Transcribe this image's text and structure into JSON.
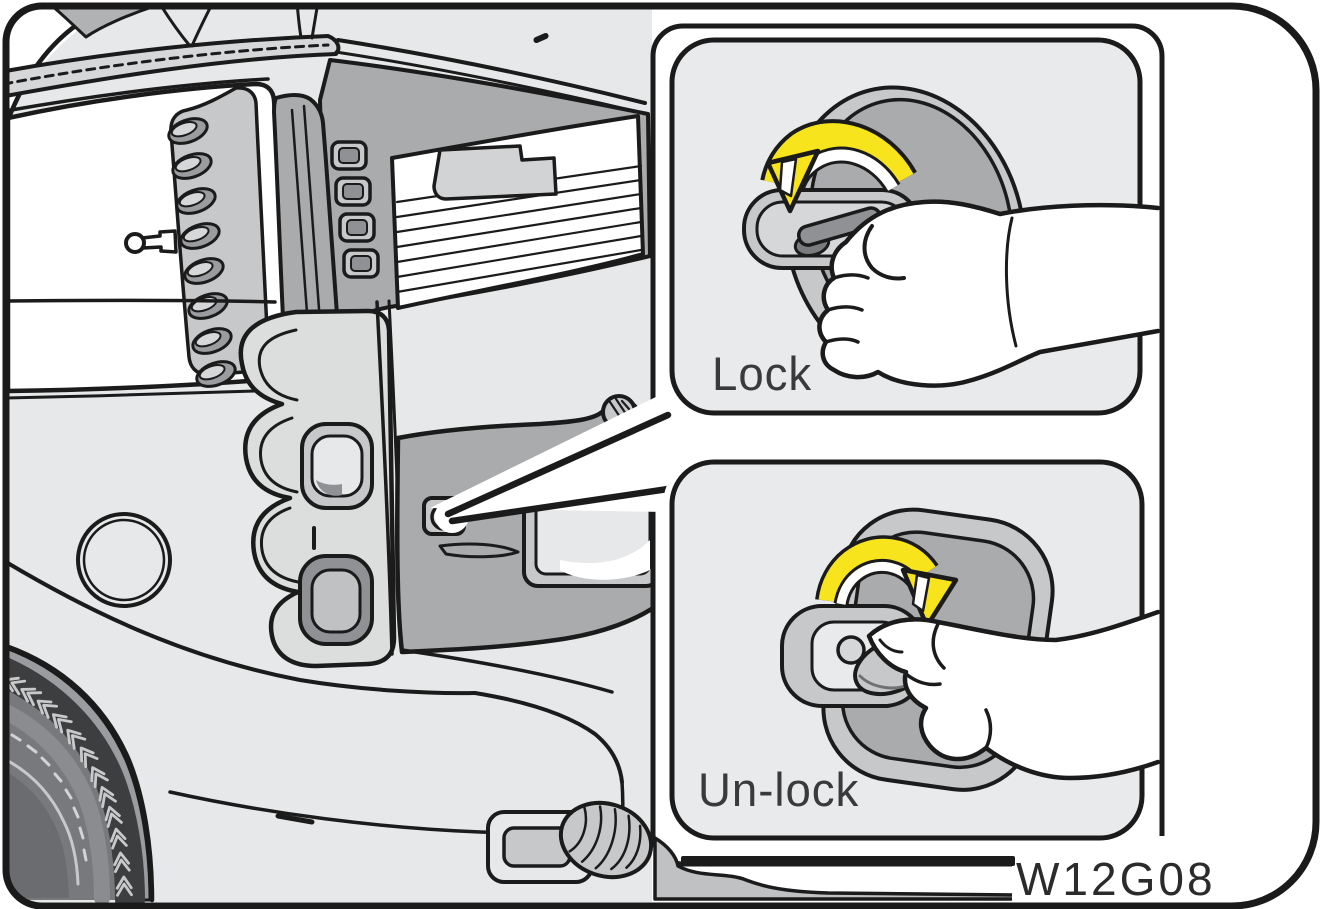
{
  "figure": {
    "code": "W12G08",
    "panels": [
      {
        "id": "lock",
        "label": "Lock",
        "key_rotation": "counterclockwise",
        "arrow_icon": "curved-arrow-ccw-icon"
      },
      {
        "id": "unlock",
        "label": "Un-lock",
        "key_rotation": "clockwise",
        "arrow_icon": "curved-arrow-cw-icon"
      }
    ],
    "callout_target": "back-door-key-cylinder",
    "colors": {
      "arrow_yellow": "#f7e41c",
      "outline_black": "#1b1b1b",
      "body_gray_light": "#e7e8e9",
      "gray_mid": "#c7c8ca",
      "gray_dark": "#a9abad",
      "tire_gray": "#58595b",
      "background": "#ffffff"
    }
  }
}
